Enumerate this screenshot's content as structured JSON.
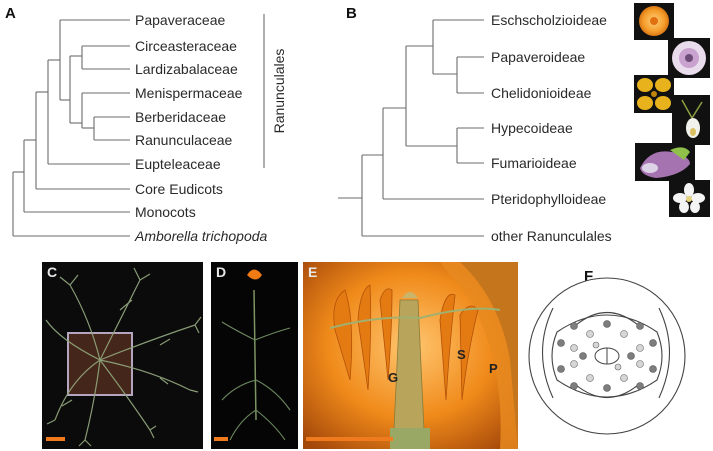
{
  "panel_labels": {
    "a": "A",
    "b": "B",
    "c": "C",
    "d": "D",
    "e": "E",
    "f": "F"
  },
  "tree_a": {
    "taxa": [
      "Papaveraceae",
      "Circeasteraceae",
      "Lardizabalaceae",
      "Menispermaceae",
      "Berberidaceae",
      "Ranunculaceae",
      "Eupteleaceae",
      "Core Eudicots",
      "Monocots",
      "Amborella trichopoda"
    ],
    "group_label": "Ranunculales"
  },
  "tree_b": {
    "taxa": [
      "Eschscholzioideae",
      "Papaveroideae",
      "Chelidonioideae",
      "Hypecoideae",
      "Fumarioideae",
      "Pteridophylloideae",
      "other Ranunculales"
    ]
  },
  "photo_e": {
    "label_g": "G",
    "label_s": "S",
    "label_p": "P"
  },
  "colors": {
    "scale_bar": "#f07a1e",
    "flower_orange": "#f08a1a",
    "petal_pink": "#b87ab8"
  }
}
